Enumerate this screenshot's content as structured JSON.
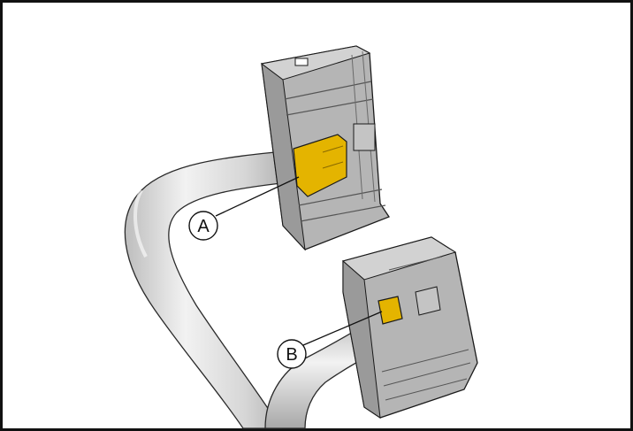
{
  "diagram": {
    "callouts": [
      {
        "id": "A",
        "label": "A",
        "target": "locking-tab-upper-connector"
      },
      {
        "id": "B",
        "label": "B",
        "target": "locking-tab-lower-connector"
      }
    ],
    "colors": {
      "frame": "#111111",
      "connector_body": "#b5b5b5",
      "connector_shade": "#9a9a9a",
      "connector_light": "#d2d2d2",
      "locking_tab": "#e4b400",
      "cable": "#d9d9d9",
      "outline": "#1a1a1a"
    }
  }
}
